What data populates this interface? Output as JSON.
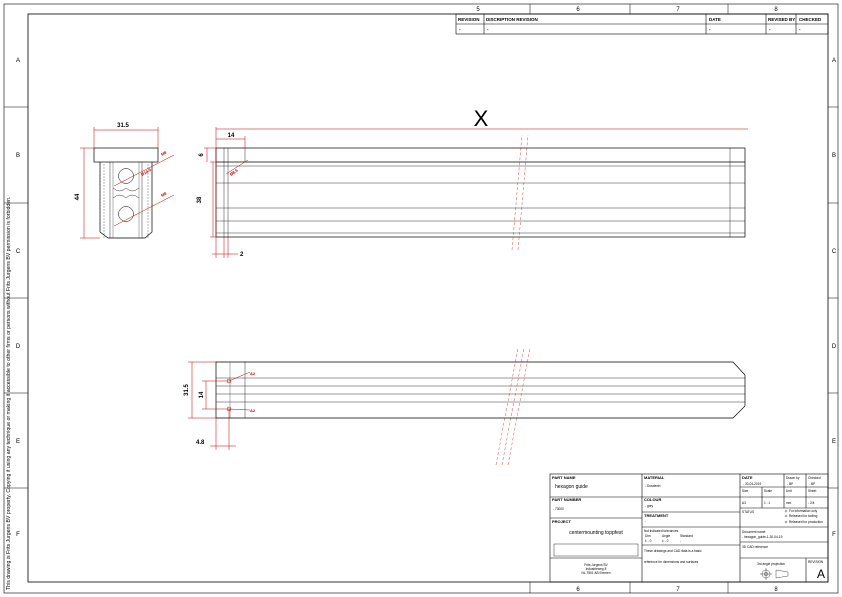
{
  "revision_table": {
    "headers": [
      "REVISION",
      "DISCRIPTION REVISION",
      "DATE",
      "REVISED BY",
      "CHECKED"
    ],
    "row": [
      "-",
      "-",
      "-",
      "-",
      "-"
    ]
  },
  "zones": {
    "columns_top": [
      "5",
      "6",
      "7",
      "8"
    ],
    "columns_bottom": [
      "6",
      "7",
      "8"
    ],
    "rows": [
      "A",
      "B",
      "C",
      "D",
      "E",
      "F"
    ]
  },
  "copyright": "This drawing is Frits Jurgens BV property. Copying it using any technique or making it accessible to other firms or persons without Frits Jurgens BV permission is forbidden.",
  "views": {
    "length_marker": "X",
    "end_view": {
      "width": "31.5",
      "height": "44",
      "hole_top": "M8",
      "hole_bottom": "M8",
      "sink": "Ø14.5"
    },
    "front_view": {
      "offset": "14",
      "height": "38",
      "top": "6",
      "wall": "2",
      "sink": "Ø8.5"
    },
    "top_view": {
      "height": "31.5",
      "pitch": "14",
      "end": "4.8",
      "hole_a": "A2",
      "hole_b": "A2"
    }
  },
  "title_block": {
    "part_name_label": "PART NAME",
    "part_name": "hexagon guide",
    "part_number_label": "PART NUMBER",
    "part_number": "- 73000",
    "project_label": "PROJECT",
    "project": "centermounting toppfest",
    "material_label": "MATERIAL",
    "material": "- Duralexin",
    "colour_label": "COLOUR",
    "colour": "- grey",
    "treatment_label": "TREATMENT",
    "treatment": "-",
    "tolerances_label": "Not indicated tolerances",
    "tol_cols": [
      "Dim",
      "Angle",
      "Standard"
    ],
    "tol_vals": [
      "± - 0",
      "± - 0",
      "-"
    ],
    "cad_note_1": "These drawings and CAD data is a basic",
    "cad_note_2": "reference for dimensions and surfaces",
    "date_label": "DATE",
    "date": "- 30-04-2019",
    "drawn_label": "Drawn by",
    "drawn": "- BP",
    "checked_label": "Checked",
    "checked": "- BP",
    "size_label": "Size",
    "size": "A3",
    "scale_label": "Scale",
    "scale": "1 : 1",
    "unit_label": "Unit",
    "unit": "mm",
    "sheet_label": "Sheet",
    "sheet": "- 2/4",
    "status_label": "STATUS",
    "status_1": "For information only",
    "status_2": "Released for tooling",
    "status_3": "Released for production",
    "doc_label": "Document name",
    "doc": "- hexagon_guide-1-30-04-19",
    "cad_label": "3D CAD reference",
    "proj_label": "3rd angle projection",
    "revision_label": "REVISION",
    "revision": "A",
    "company_1": "Frits Jurgens BV",
    "company_2": "Industrieweg 8",
    "company_3": "NL-7801 AB Emmen"
  }
}
